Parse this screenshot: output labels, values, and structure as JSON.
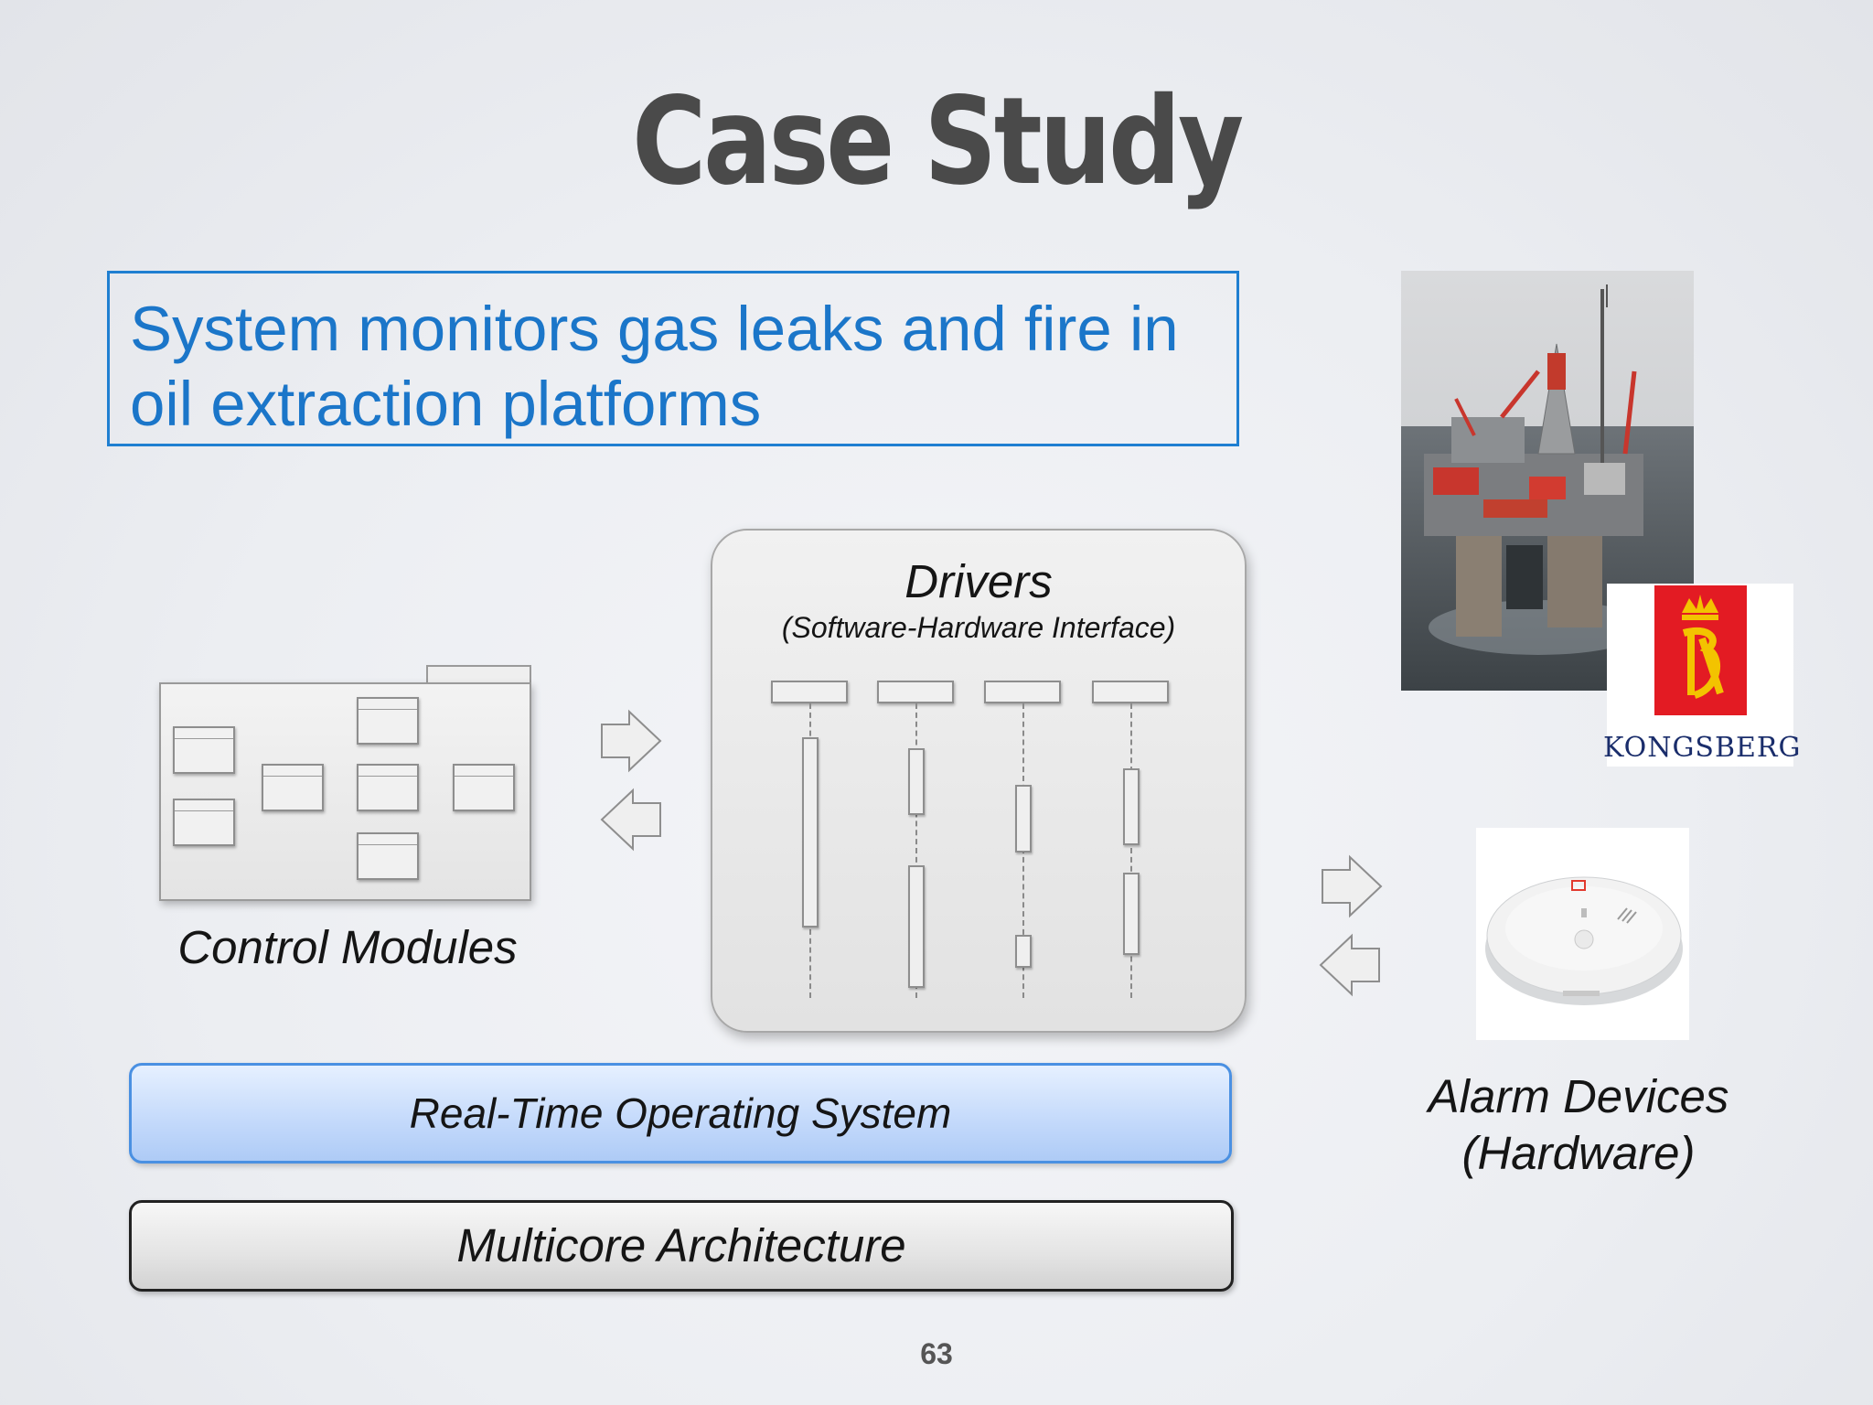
{
  "slide": {
    "title": "Case Study",
    "intro": "System monitors gas leaks and fire in oil extraction platforms",
    "page_number": "63"
  },
  "diagram": {
    "control_modules": {
      "label": "Control Modules"
    },
    "drivers": {
      "title": "Drivers",
      "subtitle": "(Software-Hardware Interface)"
    },
    "rtos": {
      "label": "Real-Time Operating System"
    },
    "multicore": {
      "label": "Multicore Architecture"
    },
    "alarm": {
      "label_line1": "Alarm Devices",
      "label_line2": "(Hardware)"
    }
  },
  "logo": {
    "text": "KONGSBERG"
  },
  "icons": [
    "arrow-right-icon",
    "arrow-left-icon",
    "oil-platform-photo",
    "kongsberg-crest-icon",
    "smoke-detector-photo"
  ],
  "colors": {
    "accent_blue": "#1b76c9",
    "rtos_border": "#4a90e2",
    "kongsberg_red": "#e31b23",
    "kongsberg_navy": "#1a2d6b"
  }
}
